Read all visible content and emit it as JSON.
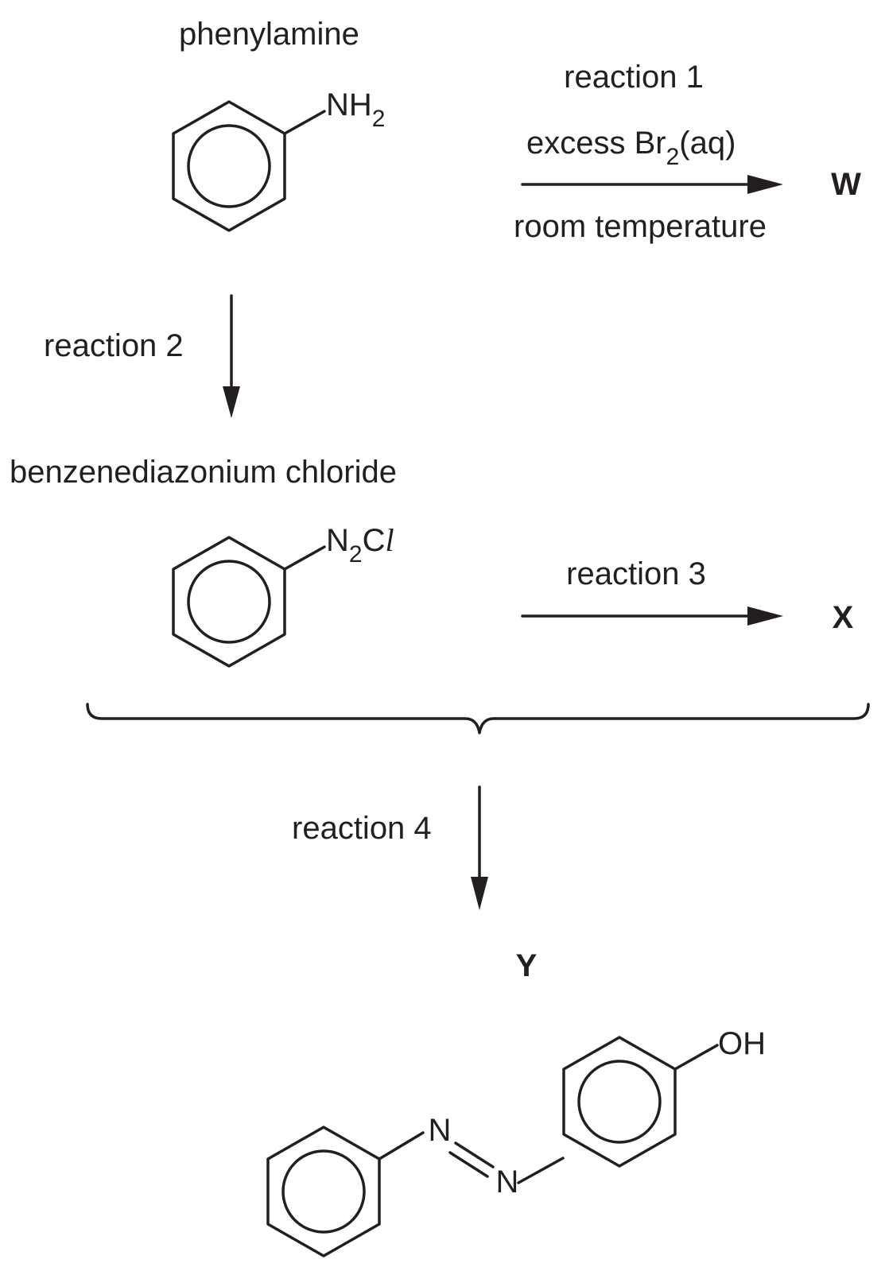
{
  "compounds": {
    "phenylamine": {
      "name": "phenylamine",
      "group_main": "NH",
      "group_sub": "2"
    },
    "diazonium": {
      "name": "benzenediazonium chloride",
      "group_n": "N",
      "group_sub": "2",
      "group_c": "C",
      "group_l": "l"
    },
    "w": "W",
    "x": "X",
    "y": {
      "label": "Y",
      "oh": "OH",
      "n1": "N",
      "n2": "N"
    }
  },
  "reactions": {
    "r1": {
      "label": "reaction 1",
      "reagent_main": "excess Br",
      "reagent_sub": "2",
      "reagent_tail": "(aq)",
      "condition": "room temperature"
    },
    "r2": {
      "label": "reaction 2"
    },
    "r3": {
      "label": "reaction 3"
    },
    "r4": {
      "label": "reaction 4"
    }
  }
}
